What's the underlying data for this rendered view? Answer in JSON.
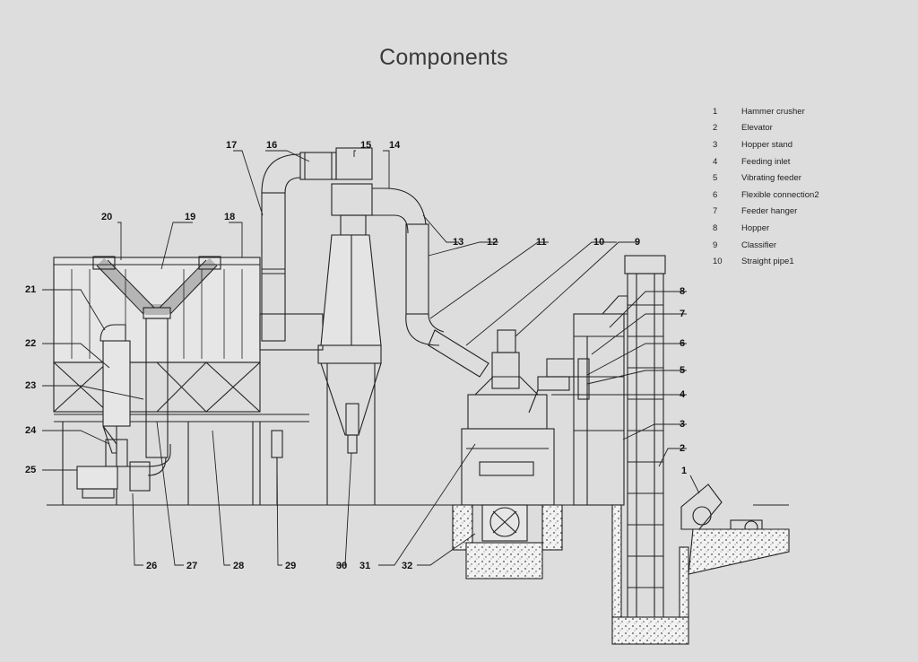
{
  "title": "Components",
  "legend": [
    {
      "num": "1",
      "text": "Hammer crusher"
    },
    {
      "num": "2",
      "text": "Elevator"
    },
    {
      "num": "3",
      "text": "Hopper stand"
    },
    {
      "num": "4",
      "text": "Feeding inlet"
    },
    {
      "num": "5",
      "text": "Vibrating feeder"
    },
    {
      "num": "6",
      "text": "Flexible connection2"
    },
    {
      "num": "7",
      "text": "Feeder hanger"
    },
    {
      "num": "8",
      "text": "Hopper"
    },
    {
      "num": "9",
      "text": "Classifier"
    },
    {
      "num": "10",
      "text": "Straight pipe1"
    }
  ],
  "callouts": {
    "n1": "1",
    "n2": "2",
    "n3": "3",
    "n4": "4",
    "n5": "5",
    "n6": "6",
    "n7": "7",
    "n8": "8",
    "n9": "9",
    "n10": "10",
    "n11": "11",
    "n12": "12",
    "n13": "13",
    "n14": "14",
    "n15": "15",
    "n16": "16",
    "n17": "17",
    "n18": "18",
    "n19": "19",
    "n20": "20",
    "n21": "21",
    "n22": "22",
    "n23": "23",
    "n24": "24",
    "n25": "25",
    "n26": "26",
    "n27": "27",
    "n28": "28",
    "n29": "29",
    "n30": "30",
    "n31": "31",
    "n32": "32"
  }
}
